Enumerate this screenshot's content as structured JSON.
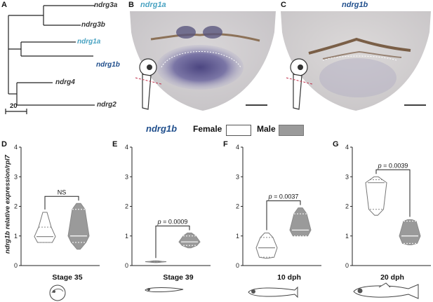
{
  "panels": {
    "a": "A",
    "b": "B",
    "c": "C",
    "d": "D",
    "e": "E",
    "f": "F",
    "g": "G"
  },
  "tree": {
    "leaves": [
      "ndrg3a",
      "ndrg3b",
      "ndrg1a",
      "ndrg1b",
      "ndrg4",
      "ndrg2"
    ],
    "leaf_colors": [
      "#333333",
      "#333333",
      "#4aa3c2",
      "#1f4e8c",
      "#333333",
      "#333333"
    ],
    "scale_label": "20"
  },
  "micrographs": {
    "b_title": "ndrg1a",
    "c_title": "ndrg1b",
    "b_title_color": "#4aa3c2",
    "c_title_color": "#1f4e8c"
  },
  "legend": {
    "gene": "ndrg1b",
    "female": "Female",
    "male": "Male",
    "male_color": "#9a9a9a"
  },
  "y_axis_label": "ndrg1b relative expression/rpl7",
  "chart_data": [
    {
      "type": "violin",
      "panel": "D",
      "ylim": [
        0,
        4
      ],
      "yticks": [
        0,
        1,
        2,
        3,
        4
      ],
      "xlabel": "Stage 35",
      "groups": [
        {
          "name": "Female",
          "min": 0.78,
          "q1": 0.78,
          "median": 0.98,
          "q3": 1.3,
          "max": 1.8
        },
        {
          "name": "Male",
          "min": 0.55,
          "q1": 0.78,
          "median": 1.0,
          "q3": 1.9,
          "max": 2.1
        }
      ],
      "annotation": "NS"
    },
    {
      "type": "violin",
      "panel": "E",
      "ylim": [
        0,
        4
      ],
      "yticks": [
        0,
        1,
        2,
        3,
        4
      ],
      "xlabel": "Stage 39",
      "groups": [
        {
          "name": "Female",
          "min": 0.1,
          "q1": 0.12,
          "median": 0.13,
          "q3": 0.14,
          "max": 0.16
        },
        {
          "name": "Male",
          "min": 0.6,
          "q1": 0.68,
          "median": 0.8,
          "q3": 1.0,
          "max": 1.1
        }
      ],
      "annotation": "p = 0.0009"
    },
    {
      "type": "violin",
      "panel": "F",
      "ylim": [
        0,
        4
      ],
      "yticks": [
        0,
        1,
        2,
        3,
        4
      ],
      "xlabel": "10 dph",
      "groups": [
        {
          "name": "Female",
          "min": 0.25,
          "q1": 0.28,
          "median": 0.6,
          "q3": 0.95,
          "max": 1.1
        },
        {
          "name": "Male",
          "min": 1.0,
          "q1": 1.0,
          "median": 1.2,
          "q3": 1.75,
          "max": 1.95
        }
      ],
      "annotation": "p = 0.0037"
    },
    {
      "type": "violin",
      "panel": "G",
      "ylim": [
        0,
        4
      ],
      "yticks": [
        0,
        1,
        2,
        3,
        4
      ],
      "xlabel": "20 dph",
      "groups": [
        {
          "name": "Female",
          "min": 1.7,
          "q1": 1.9,
          "median": 2.8,
          "q3": 2.9,
          "max": 3.0
        },
        {
          "name": "Male",
          "min": 0.7,
          "q1": 0.75,
          "median": 1.0,
          "q3": 1.5,
          "max": 1.55
        }
      ],
      "annotation": "p = 0.0039"
    }
  ]
}
